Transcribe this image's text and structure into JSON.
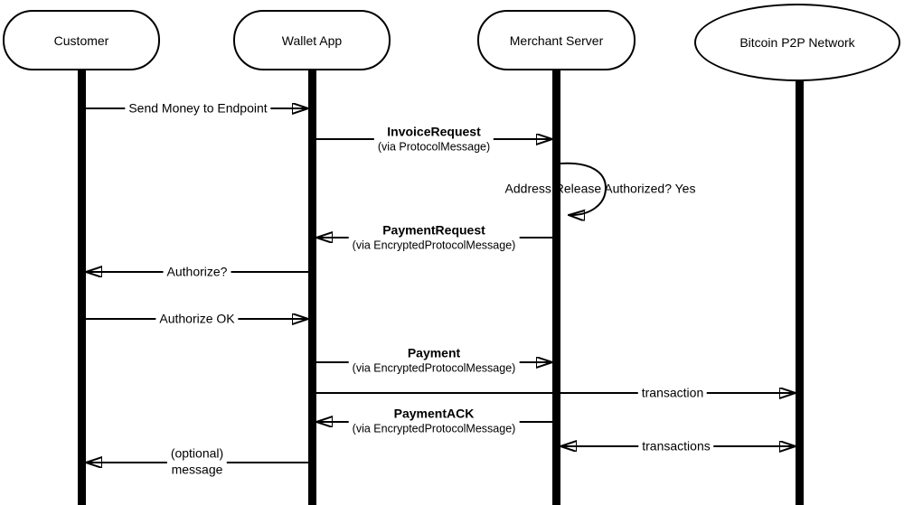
{
  "diagram": {
    "type": "sequence-diagram",
    "title": "Bitcoin payment protocol sequence",
    "colors": {
      "line": "#000000",
      "shape_fill": "#ffffff",
      "background": "#ffffff"
    },
    "actors": [
      {
        "name": "Customer",
        "shape": "rounded-rectangle"
      },
      {
        "name": "Wallet App",
        "shape": "rounded-rectangle"
      },
      {
        "name": "Merchant Server",
        "shape": "rounded-rectangle"
      },
      {
        "name": "Bitcoin P2P Network",
        "shape": "ellipse"
      }
    ],
    "messages": [
      {
        "label": "Send Money to Endpoint",
        "from": "Customer",
        "to": "Wallet App",
        "direction": "right"
      },
      {
        "label": "InvoiceRequest",
        "sublabel": "(via ProtocolMessage)",
        "from": "Wallet App",
        "to": "Merchant Server",
        "direction": "right"
      },
      {
        "label": "Address Release Authorized? Yes",
        "from": "Merchant Server",
        "to": "Merchant Server",
        "direction": "self-loop"
      },
      {
        "label": "PaymentRequest",
        "sublabel": "(via EncryptedProtocolMessage)",
        "from": "Merchant Server",
        "to": "Wallet App",
        "direction": "left"
      },
      {
        "label": "Authorize?",
        "from": "Wallet App",
        "to": "Customer",
        "direction": "left"
      },
      {
        "label": "Authorize OK",
        "from": "Customer",
        "to": "Wallet App",
        "direction": "right"
      },
      {
        "label": "Payment",
        "sublabel": "(via EncryptedProtocolMessage)",
        "from": "Wallet App",
        "to": "Merchant Server",
        "direction": "right"
      },
      {
        "label": "transaction",
        "from": "Wallet App",
        "to": "Bitcoin P2P Network",
        "direction": "right"
      },
      {
        "label": "PaymentACK",
        "sublabel": "(via EncryptedProtocolMessage)",
        "from": "Merchant Server",
        "to": "Wallet App",
        "direction": "left"
      },
      {
        "label": "transactions",
        "from": "Merchant Server",
        "to": "Bitcoin P2P Network",
        "direction": "both"
      },
      {
        "label": "(optional)",
        "sublabel": "message",
        "from": "Wallet App",
        "to": "Customer",
        "direction": "left"
      }
    ]
  }
}
